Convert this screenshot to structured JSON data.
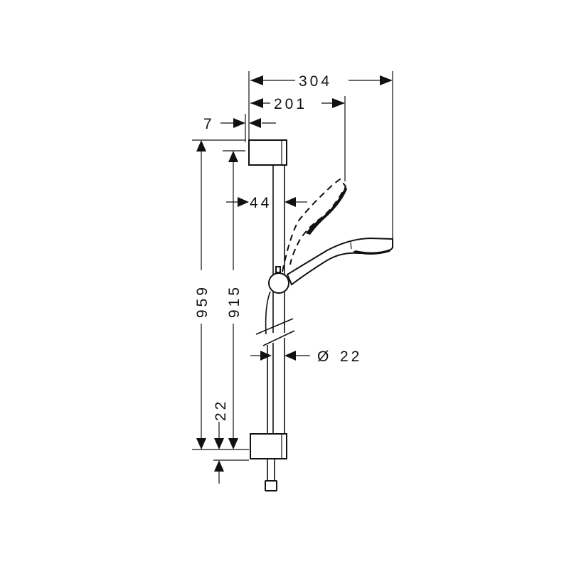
{
  "drawing": {
    "type": "technical-dimension-drawing",
    "subject": "shower rail set with hand shower",
    "line_color": "#111111",
    "background": "#ffffff"
  },
  "dimensions": {
    "overall_width": "304",
    "handshower_reach": "201",
    "wall_offset": "7",
    "rail_offset": "44",
    "total_height": "959",
    "rail_height": "915",
    "bottom_offset": "22",
    "rail_diameter_symbol": "Ø",
    "rail_diameter": "22"
  }
}
